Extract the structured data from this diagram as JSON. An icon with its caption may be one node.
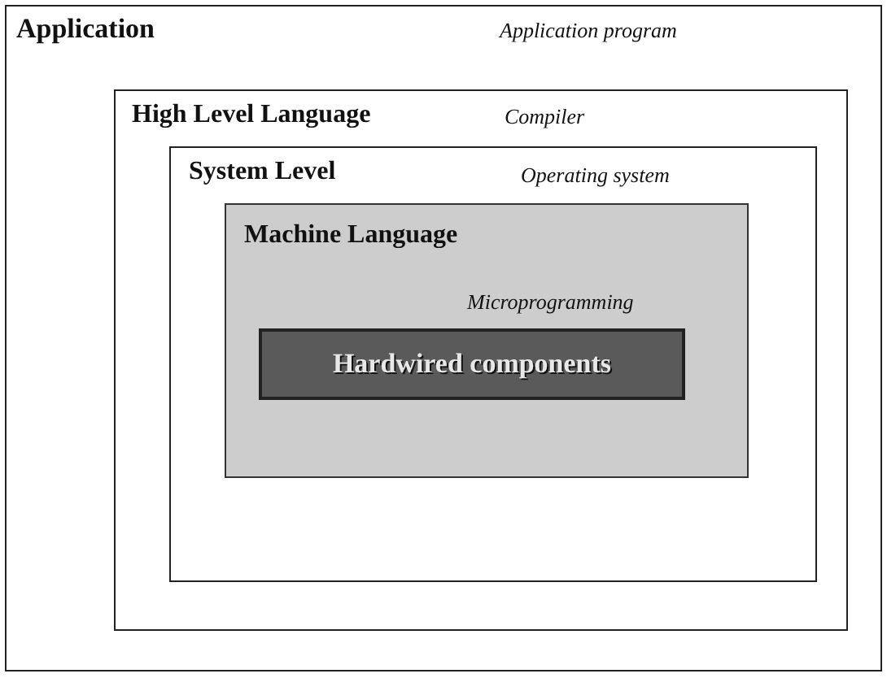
{
  "diagram": {
    "nodes": [
      {
        "text": [
          "Application",
          "Application program"
        ]
      },
      {
        "text": [
          "High Level Language",
          "Compiler"
        ],
        "in": 0
      },
      {
        "text": [
          "System Level",
          "Operating system"
        ],
        "in": 1
      },
      {
        "text": [
          "Machine Language",
          "Microprogramming"
        ],
        "in": 2
      },
      {
        "text": [
          "Hardwired components"
        ],
        "in": 3
      }
    ]
  }
}
